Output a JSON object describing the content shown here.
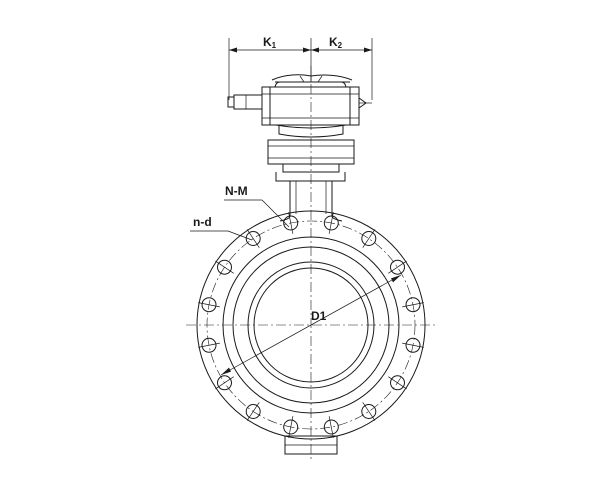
{
  "labels": {
    "k1_main": "K",
    "k1_sub": "1",
    "k2_main": "K",
    "k2_sub": "2",
    "nm": "N-M",
    "nd": "n-d",
    "d1": "D1"
  }
}
